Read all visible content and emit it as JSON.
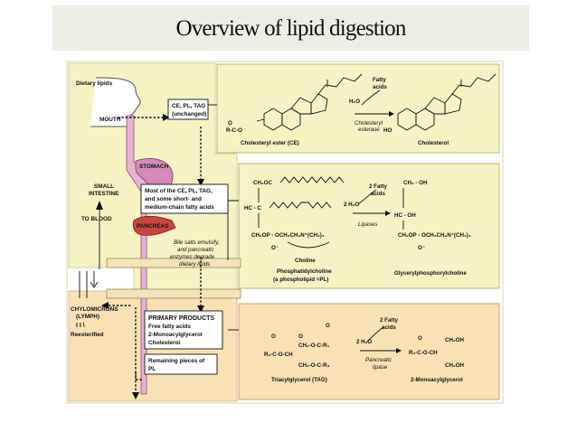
{
  "title": "Overview of lipid digestion",
  "left_panel": {
    "dietary_lipids": "Dietary lipids",
    "mouth": "MOUTH",
    "stomach": "STOMACH",
    "small_intestine_1": "SMALL",
    "small_intestine_2": "INTESTINE",
    "to_blood": "TO BLOOD",
    "pancreas": "PANCREAS",
    "chylomicrons_1": "CHYLOMICRONS",
    "chylomicrons_2": "(LYMPH)",
    "reesterified": "Reesterified"
  },
  "boxes": {
    "unchanged": [
      "CE, PL, TAG",
      "(unchanged)"
    ],
    "most_of": [
      "Most of the CE, PL, TAG,",
      "and some short- and",
      "medium-chain fatty acids"
    ],
    "bile": [
      "Bile salts emulsify,",
      "and pancreatic",
      "enzymes degrade",
      "dietary lipids"
    ],
    "primary": [
      "PRIMARY PRODUCTS",
      "Free fatty acids",
      "2-Monoacylglycerol",
      "Cholesterol"
    ],
    "remaining": [
      "Remaining pieces of",
      "PL"
    ]
  },
  "cholesterol_panel": {
    "ester_label": "Cholesteryl ester (CE)",
    "product_label": "Cholesterol",
    "fatty_acids": "Fatty acids",
    "water": "H₂O",
    "enzyme": [
      "Cholesteryl",
      "esterase"
    ],
    "ester_group": "R-C-O",
    "ho": "HO"
  },
  "phospholipid_panel": {
    "two_fatty_acids": [
      "2 Fatty",
      "acids"
    ],
    "two_water": "2 H₂O",
    "lipases": "Lipases",
    "choline": "Choline",
    "pc_label": [
      "Phosphatidylcholine",
      "(a phospholipid =PL)"
    ],
    "product_label": "Glycerylphosphorylcholine",
    "ch2oc": "CH₂OC",
    "hc_c": "HC - C",
    "ch2op": "CH₂OP - OCH₂CH₂N⁺(CH₃)₃",
    "o_minus": "O⁻",
    "ch2oh": "CH₂ - OH",
    "hcoh": "HC - OH",
    "ch2op_r": "CH₂OP - OCH₂CH₂N⁺(CH₃)₃",
    "o_minus_r": "O⁻"
  },
  "tag_panel": {
    "two_fatty_acids": [
      "2 Fatty",
      "acids"
    ],
    "two_water": "2 H₂O",
    "enzyme": [
      "Pancreatic",
      "lipase"
    ],
    "tag_label": "Triacylglycerol (TAG)",
    "mag_label": "2-Monoacylglycerol",
    "r1": "CH₂-O-C-R₁",
    "r2": "R₂-C-O-CH",
    "r3": "CH₂-O-C-R₃",
    "mag_top": "CH₂OH",
    "mag_mid": "R₂-C-O-CH",
    "mag_bot": "CH₂OH",
    "carbonyl_o": "O"
  },
  "colors": {
    "yellow_panel": "#f5f2c4",
    "orange_panel": "#f8e2b3",
    "outline": "#b6b86a",
    "tract": "#e7b3d3",
    "pancreas": "#c8463e",
    "stomach": "#d48bb8"
  }
}
